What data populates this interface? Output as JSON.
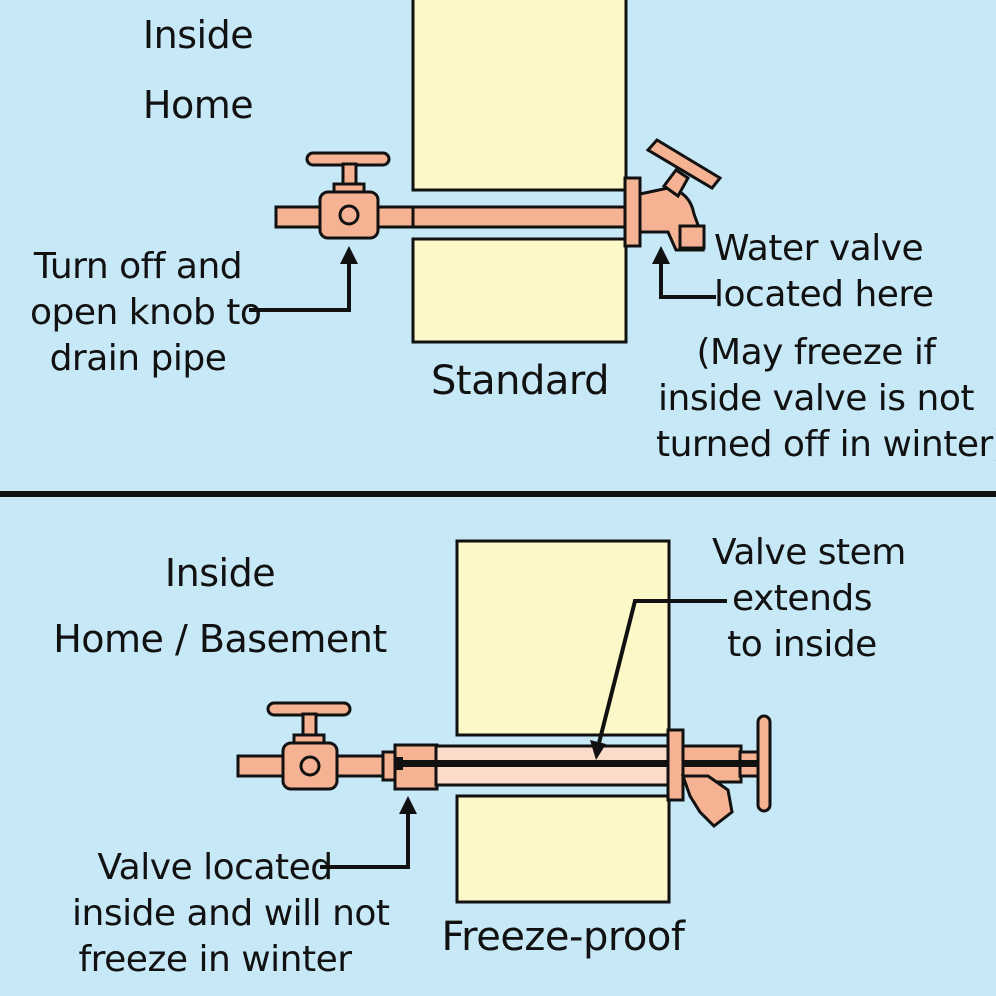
{
  "top": {
    "location_label": [
      "Inside",
      "Home"
    ],
    "knob_callout": [
      "Turn off and",
      "open knob to",
      "drain pipe"
    ],
    "valve_callout": [
      "Water valve",
      "located here"
    ],
    "freeze_note": [
      "(May freeze if",
      "inside valve is not",
      "turned off in winter)"
    ],
    "caption": "Standard"
  },
  "bottom": {
    "location_label": [
      "Inside",
      "Home / Basement"
    ],
    "stem_callout": [
      "Valve stem",
      "extends",
      "to inside"
    ],
    "valve_callout": [
      "Valve located",
      "inside and will not",
      "freeze in winter"
    ],
    "caption": "Freeze-proof"
  },
  "colors": {
    "background": "#c6e8f7",
    "wall": "#fdf8c8",
    "pipe": "#f6b394",
    "outline": "#111111"
  }
}
